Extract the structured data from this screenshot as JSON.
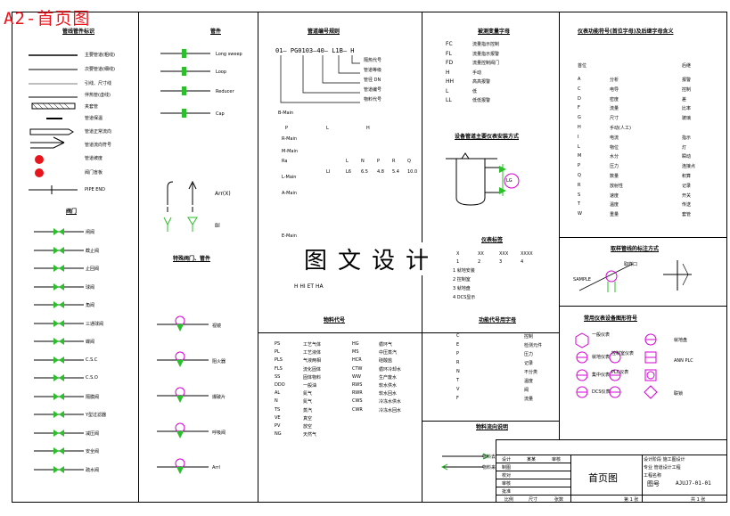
{
  "sheet_title": "A2-首页图",
  "watermark": "图文设计",
  "colors": {
    "valve_green": "#2bbf2b",
    "line_black": "#000000",
    "symbol_magenta": "#d400d4",
    "accent_red": "#e8141b"
  },
  "col1": {
    "header": "管线管件标识",
    "rows": [
      "主要管道(粗线)",
      "次要管道(细线)",
      "引线、尺寸线",
      "伴热管(虚线)",
      "夹套管",
      "管道保温",
      "管道正常流向",
      "管道流向符号",
      "管道坡度",
      "阀门盲板",
      "PIPE END"
    ],
    "valve_header": "阀门",
    "valves": [
      "闸阀",
      "截止阀",
      "止回阀",
      "球阀",
      "角阀",
      "三通球阀",
      "蝶阀",
      "C.S.C",
      "C.S.O",
      "隔膜阀",
      "Y型过滤器",
      "减压阀",
      "安全阀",
      "疏水阀"
    ]
  },
  "col2": {
    "header": "管件",
    "rows": [
      "Long sweep",
      "Loop",
      "Reducer",
      "Cap"
    ],
    "arrow_label": "Arr(X)",
    "tag_label": "Bl",
    "sub_header": "特殊阀门、管件",
    "specials": [
      "视镜",
      "阻火器",
      "爆破片",
      "呼吸阀",
      "Arrl"
    ]
  },
  "col3": {
    "header": "管道编号规则",
    "code": "01— PG0103—40— L1B— H",
    "code_notes": [
      "隔热代号",
      "管道等级",
      "管径 DN",
      "管道编号",
      "物料代号"
    ],
    "text_rows": [
      "B-Main",
      "P",
      "L",
      "H",
      "R-Main",
      "",
      "M-Main",
      "",
      "L-Main",
      "",
      "Ra",
      "L",
      "N",
      "P",
      "R",
      "Q",
      "LI",
      "L6",
      "6.5",
      "4.8",
      "5.4",
      "10.0",
      "A-Main",
      "",
      "E-Main"
    ],
    "sub_header": "物料代号",
    "material_rows": [
      [
        "PS",
        "工艺气体",
        "HG",
        "循环气"
      ],
      [
        "PL",
        "工艺液体",
        "MS",
        "中压蒸汽"
      ],
      [
        "PLS",
        "气液两相",
        "HCR",
        "硅酸盐"
      ],
      [
        "FLS",
        "流化固体",
        "CTW",
        "循环冷却水"
      ],
      [
        "SS",
        "固体物料",
        "WW",
        "生产废水"
      ],
      [
        "DDO",
        "一般油",
        "RWS",
        "软水供水"
      ],
      [
        "AL",
        "氮气",
        "RWR",
        "软水回水"
      ],
      [
        "N",
        "氮气",
        "CWS",
        "冷冻水供水"
      ],
      [
        "TS",
        "蒸汽",
        "CWR",
        "冷冻水回水"
      ],
      [
        "VE",
        "真空"
      ],
      [
        "PV",
        "放空"
      ],
      [
        "NG",
        "天然气"
      ]
    ],
    "extra": "H       HI        ET       HA"
  },
  "col4": {
    "header": "被测变量字母",
    "letters": [
      [
        "FC",
        "流量指示控制"
      ],
      [
        "FL",
        "流量指示报警"
      ],
      [
        "FD",
        "流量控制阀门"
      ],
      [
        "H",
        "手动"
      ],
      [
        "HH",
        "高高报警"
      ],
      [
        "L",
        "低"
      ],
      [
        "LL",
        "低低报警"
      ]
    ],
    "instrument_header": "设备管道主要仪表安装方式",
    "instrument_label": "LG",
    "legend_header": "仪表标签",
    "legend_cols": [
      "X",
      "XX",
      "XXX",
      "XXXX"
    ],
    "legend_vals": [
      "1",
      "2",
      "3",
      "4"
    ],
    "legend_rows": [
      "1 就地安装",
      "2 控制室",
      "3 就地盘",
      "4 DCS显示"
    ],
    "mode_header": "功能代号用字母",
    "mode_rows": [
      [
        "C",
        "控制"
      ],
      [
        "E",
        "检测元件"
      ],
      [
        "P",
        "压力"
      ],
      [
        "R",
        "记录"
      ],
      [
        "N",
        "不分类"
      ],
      [
        "T",
        "温度"
      ],
      [
        "V",
        "阀"
      ],
      [
        "F",
        "流量"
      ]
    ],
    "flow_header": "物料流向说明",
    "flow_labels": [
      "物料去",
      "物料来"
    ]
  },
  "col5": {
    "header": "仪表功能符号(首位字母)及后继字母含义",
    "table_head": [
      "首位",
      "",
      "后继"
    ],
    "rows": [
      [
        "A",
        "分析",
        "报警"
      ],
      [
        "C",
        "电导",
        "控制"
      ],
      [
        "D",
        "密度",
        "差"
      ],
      [
        "F",
        "流量",
        "比率"
      ],
      [
        "G",
        "尺寸",
        "玻璃"
      ],
      [
        "H",
        "手动(人工)",
        ""
      ],
      [
        "I",
        "电流",
        "指示"
      ],
      [
        "L",
        "物位",
        "灯"
      ],
      [
        "M",
        "水分",
        "瞬动"
      ],
      [
        "P",
        "压力",
        "连接点"
      ],
      [
        "Q",
        "数量",
        "积算"
      ],
      [
        "R",
        "放射性",
        "记录"
      ],
      [
        "S",
        "速度",
        "开关"
      ],
      [
        "T",
        "温度",
        "传送"
      ],
      [
        "W",
        "重量",
        "套管"
      ]
    ],
    "sample_header": "取样管线的标注方式",
    "sample_labels": [
      "SAMPLE",
      "取样口"
    ],
    "scheme_header": "常用仪表设备图形符号",
    "scheme_items": [
      "一般仪表",
      "就地仪表",
      "集中仪表",
      "DCS仪表",
      "控制室仪表",
      "PLC仪表",
      "就地盘",
      "ANN PLC",
      "联锁"
    ]
  },
  "title_block": {
    "drawing_name": "首页图",
    "drawing_no_label": "图号",
    "drawing_no": "AJUJ7-01-01",
    "left_rows": [
      [
        "设计",
        "某某",
        "审核"
      ],
      [
        "制图",
        ""
      ],
      [
        "校对",
        ""
      ],
      [
        "审核",
        ""
      ],
      [
        "批准",
        ""
      ]
    ],
    "right_rows": [
      "设计阶段  施工图设计",
      "专业   管道设计工程",
      "工程名称"
    ],
    "bottom": [
      "比例",
      "尺寸",
      "张数",
      "第 1 张",
      "共 1 张"
    ],
    "page": "第 1 张"
  }
}
